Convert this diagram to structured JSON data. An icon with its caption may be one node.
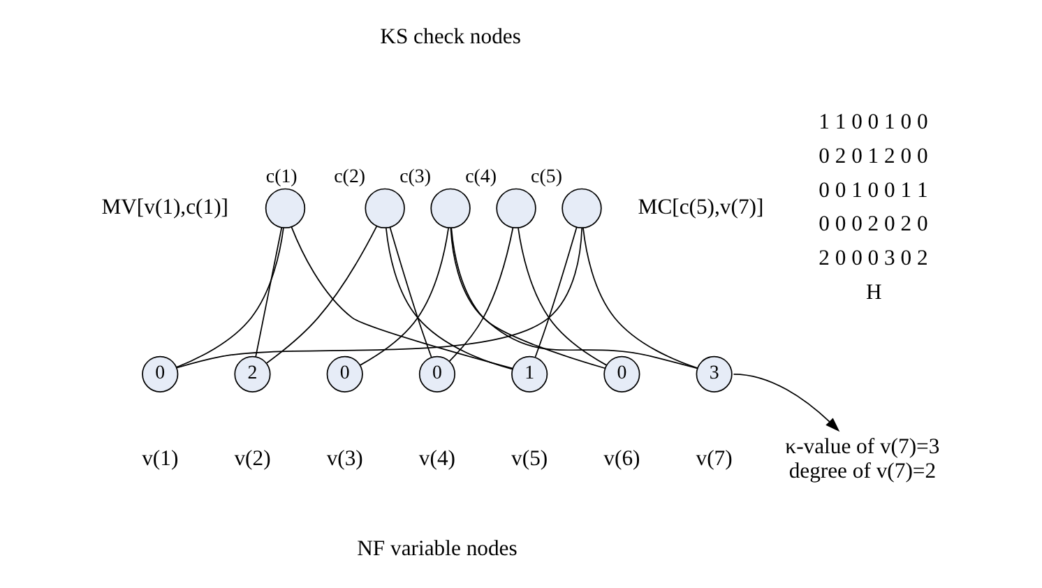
{
  "diagram": {
    "nodes": [
      {
        "text": [],
        "shape": "circle",
        "beside": [
          "c(1)"
        ]
      },
      {
        "text": [],
        "shape": "circle",
        "beside": [
          "c(2)"
        ]
      },
      {
        "text": [],
        "shape": "circle",
        "beside": [
          "c(3)"
        ]
      },
      {
        "text": [],
        "shape": "circle",
        "beside": [
          "c(4)"
        ]
      },
      {
        "text": [],
        "shape": "circle",
        "beside": [
          "c(5)"
        ]
      },
      {
        "text": [
          "0"
        ],
        "beside": [
          "v(1)"
        ]
      },
      {
        "text": [
          "2"
        ],
        "beside": [
          "v(2)"
        ]
      },
      {
        "text": [
          "0"
        ],
        "beside": [
          "v(3)"
        ]
      },
      {
        "text": [
          "0"
        ],
        "beside": [
          "v(4)"
        ]
      },
      {
        "text": [
          "1"
        ],
        "beside": [
          "v(5)"
        ]
      },
      {
        "text": [
          "0"
        ],
        "beside": [
          "v(6)"
        ]
      },
      {
        "text": [
          "3"
        ],
        "beside": [
          "v(7)"
        ]
      },
      {
        "text": [
          "κ-value of v(7)=3",
          "degree of v(7)=2"
        ]
      }
    ],
    "edges": [
      {
        "from": 0,
        "to": 5,
        "arrow": "none"
      },
      {
        "from": 0,
        "to": 6,
        "arrow": "none"
      },
      {
        "from": 0,
        "to": 9,
        "arrow": "none"
      },
      {
        "from": 1,
        "to": 6,
        "arrow": "none"
      },
      {
        "from": 1,
        "to": 8,
        "arrow": "none"
      },
      {
        "from": 1,
        "to": 9,
        "arrow": "none"
      },
      {
        "from": 2,
        "to": 7,
        "arrow": "none"
      },
      {
        "from": 2,
        "to": 10,
        "arrow": "none"
      },
      {
        "from": 2,
        "to": 11,
        "arrow": "none"
      },
      {
        "from": 3,
        "to": 8,
        "arrow": "none"
      },
      {
        "from": 3,
        "to": 10,
        "arrow": "none"
      },
      {
        "from": 4,
        "to": 5,
        "arrow": "none"
      },
      {
        "from": 4,
        "to": 9,
        "arrow": "none"
      },
      {
        "from": 4,
        "to": 11,
        "arrow": "none"
      },
      {
        "from": 11,
        "to": 12,
        "arrow": "to"
      }
    ],
    "labels": [
      "KS check nodes",
      "MV[v(1),c(1)]",
      "MC[c(5),v(7)]",
      "1 1 0 0 1 0 0",
      "0 2 0 1 2 0 0",
      "0 0 1 0 0 1 1",
      "0 0 0 2 0 2 0",
      "2 0 0 0 3 0 2",
      "H",
      "NF variable nodes"
    ]
  }
}
